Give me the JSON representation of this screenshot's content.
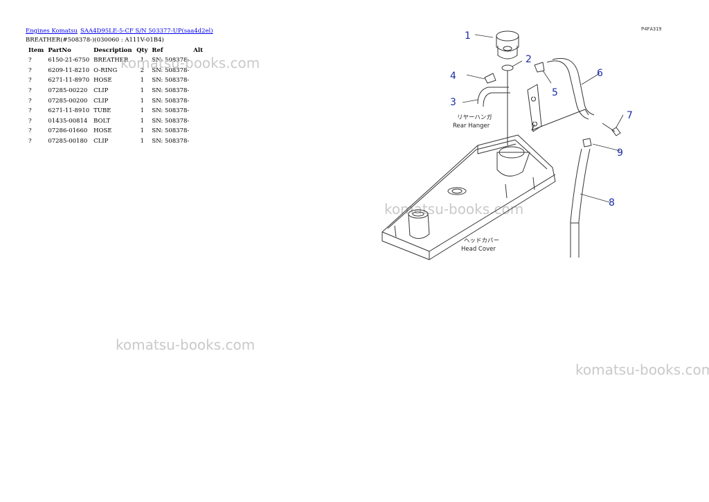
{
  "breadcrumb": {
    "link1": "Engines Komatsu",
    "link2": "SAA4D95LE-5-CF S/N 503377-UP(saa4d2el)"
  },
  "subtitle": "BREATHER(#508378-)(030060 : A111V-01B4)",
  "table": {
    "headers": [
      "Item",
      "PartNo",
      "Description",
      "Qty",
      "Ref",
      "Alt"
    ],
    "rows": [
      {
        "item": "?",
        "part": "6150-21-6750",
        "desc": "BREATHER",
        "qty": "1",
        "ref": "SN: 508378-",
        "alt": ""
      },
      {
        "item": "?",
        "part": "6209-11-8210",
        "desc": "O-RING",
        "qty": "2",
        "ref": "SN: 508378-",
        "alt": ""
      },
      {
        "item": "?",
        "part": "6271-11-8970",
        "desc": "HOSE",
        "qty": "1",
        "ref": "SN: 508378-",
        "alt": ""
      },
      {
        "item": "?",
        "part": "07285-00220",
        "desc": "CLIP",
        "qty": "1",
        "ref": "SN: 508378-",
        "alt": ""
      },
      {
        "item": "?",
        "part": "07285-00200",
        "desc": "CLIP",
        "qty": "1",
        "ref": "SN: 508378-",
        "alt": ""
      },
      {
        "item": "?",
        "part": "6271-11-8910",
        "desc": "TUBE",
        "qty": "1",
        "ref": "SN: 508378-",
        "alt": ""
      },
      {
        "item": "?",
        "part": "01435-00814",
        "desc": "BOLT",
        "qty": "1",
        "ref": "SN: 508378-",
        "alt": ""
      },
      {
        "item": "?",
        "part": "07286-01660",
        "desc": "HOSE",
        "qty": "1",
        "ref": "SN: 508378-",
        "alt": ""
      },
      {
        "item": "?",
        "part": "07285-00180",
        "desc": "CLIP",
        "qty": "1",
        "ref": "SN: 508378-",
        "alt": ""
      }
    ]
  },
  "watermark": "komatsu-books.com",
  "diagram": {
    "code": "P4FA319",
    "callouts": [
      "1",
      "2",
      "3",
      "4",
      "5",
      "6",
      "7",
      "8",
      "9"
    ],
    "label_rear_jp": "リヤーハンガ",
    "label_rear_en": "Rear Hanger",
    "label_head_jp": "ヘッドカバー",
    "label_head_en": "Head Cover",
    "colors": {
      "callout": "#1a2aa8",
      "line": "#333333"
    }
  }
}
